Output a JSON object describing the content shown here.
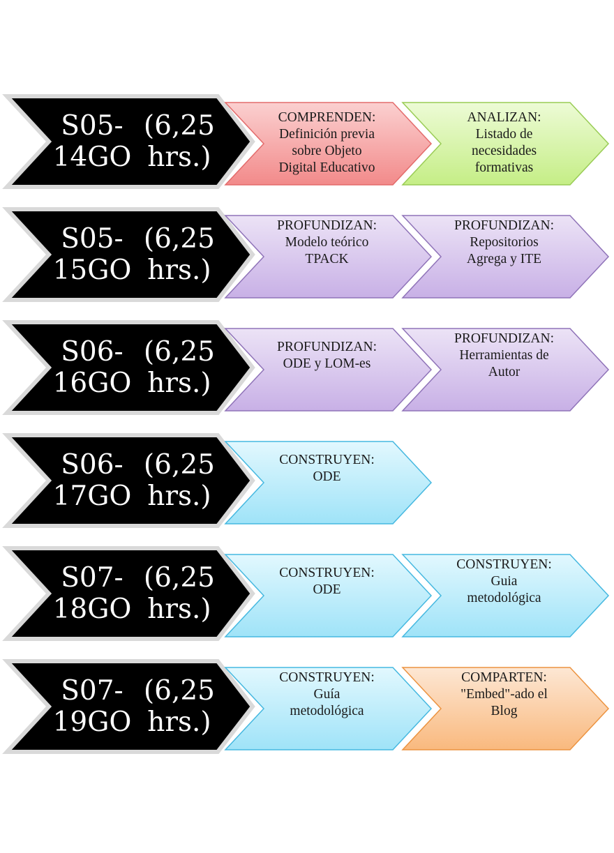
{
  "rows": [
    {
      "code": "S05-14GO",
      "hours": "(6,25 hrs.)",
      "steps": [
        {
          "text": "COMPRENDEN:\nDefinición previa\nsobre Objeto\nDigital Educativo",
          "color": "pink"
        },
        {
          "text": "ANALIZAN:\nListado de\nnecesidades\nformativas",
          "color": "green"
        }
      ]
    },
    {
      "code": "S05-15GO",
      "hours": "(6,25 hrs.)",
      "steps": [
        {
          "text": "PROFUNDIZAN:\nModelo teórico\nTPACK",
          "color": "purple"
        },
        {
          "text": "PROFUNDIZAN:\nRepositorios\nAgrega y ITE",
          "color": "purple"
        }
      ]
    },
    {
      "code": "S06-16GO",
      "hours": "(6,25 hrs.)",
      "steps": [
        {
          "text": "PROFUNDIZAN:\nODE y LOM-es",
          "color": "purple"
        },
        {
          "text": "PROFUNDIZAN:\nHerramientas de\nAutor",
          "color": "purple"
        }
      ]
    },
    {
      "code": "S06-17GO",
      "hours": "(6,25 hrs.)",
      "steps": [
        {
          "text": "CONSTRUYEN:\nODE",
          "color": "blue"
        }
      ]
    },
    {
      "code": "S07-18GO",
      "hours": "(6,25 hrs.)",
      "steps": [
        {
          "text": "CONSTRUYEN:\nODE",
          "color": "blue"
        },
        {
          "text": "CONSTRUYEN:\nGuia\nmetodológica",
          "color": "blue"
        }
      ]
    },
    {
      "code": "S07-19GO",
      "hours": "(6,25 hrs.)",
      "steps": [
        {
          "text": "CONSTRUYEN:\nGuía\nmetodológica",
          "color": "blue"
        },
        {
          "text": "COMPARTEN:\n\"Embed\"-ado el\nBlog",
          "color": "orange"
        }
      ]
    }
  ],
  "palette": {
    "main_fill": "#000000",
    "main_stroke": "#d9d9d9",
    "pink": {
      "top": "#fbd0d0",
      "bottom": "#f28a8a",
      "stroke": "#e36b6b"
    },
    "green": {
      "top": "#edfbd6",
      "bottom": "#c5ee86",
      "stroke": "#99cc55"
    },
    "purple": {
      "top": "#ece3f6",
      "bottom": "#c8b0e6",
      "stroke": "#8f73b8"
    },
    "blue": {
      "top": "#e2f8fe",
      "bottom": "#9fe3f8",
      "stroke": "#45b8e0"
    },
    "orange": {
      "top": "#fde7d4",
      "bottom": "#f9b97e",
      "stroke": "#ec9340"
    }
  }
}
